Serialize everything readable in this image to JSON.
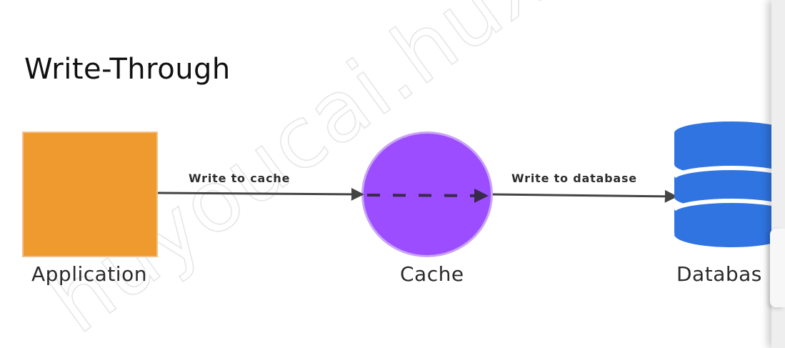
{
  "title": "Write-Through",
  "nodes": {
    "application": {
      "label": "Application",
      "color": "#ef9a2f"
    },
    "cache": {
      "label": "Cache",
      "color": "#9b4dff"
    },
    "database": {
      "label": "Databas",
      "color": "#2f74e0"
    }
  },
  "edges": {
    "to_cache": {
      "label": "Write to cache"
    },
    "to_database": {
      "label": "Write to database"
    }
  },
  "watermark": "huyoucai.huxin"
}
